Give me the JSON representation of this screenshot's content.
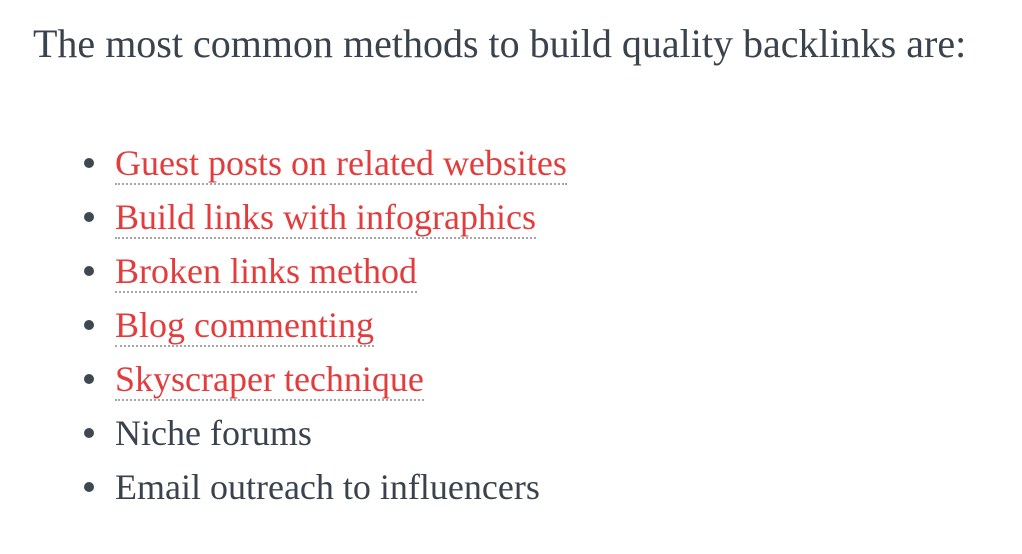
{
  "page": {
    "background": "#ffffff",
    "text_color": "#3a434d",
    "link_color": "#e23c3c",
    "link_underline_color": "#a6a6a6",
    "bullet_color": "#3f4851"
  },
  "intro": {
    "text": "The most common methods to build quality backlinks are:"
  },
  "list": {
    "items": [
      {
        "label": "Guest posts on related websites",
        "is_link": true
      },
      {
        "label": "Build links with infographics",
        "is_link": true
      },
      {
        "label": "Broken links method",
        "is_link": true
      },
      {
        "label": "Blog commenting",
        "is_link": true
      },
      {
        "label": "Skyscraper technique",
        "is_link": true
      },
      {
        "label": "Niche forums",
        "is_link": false
      },
      {
        "label": "Email outreach to influencers",
        "is_link": false
      }
    ]
  }
}
